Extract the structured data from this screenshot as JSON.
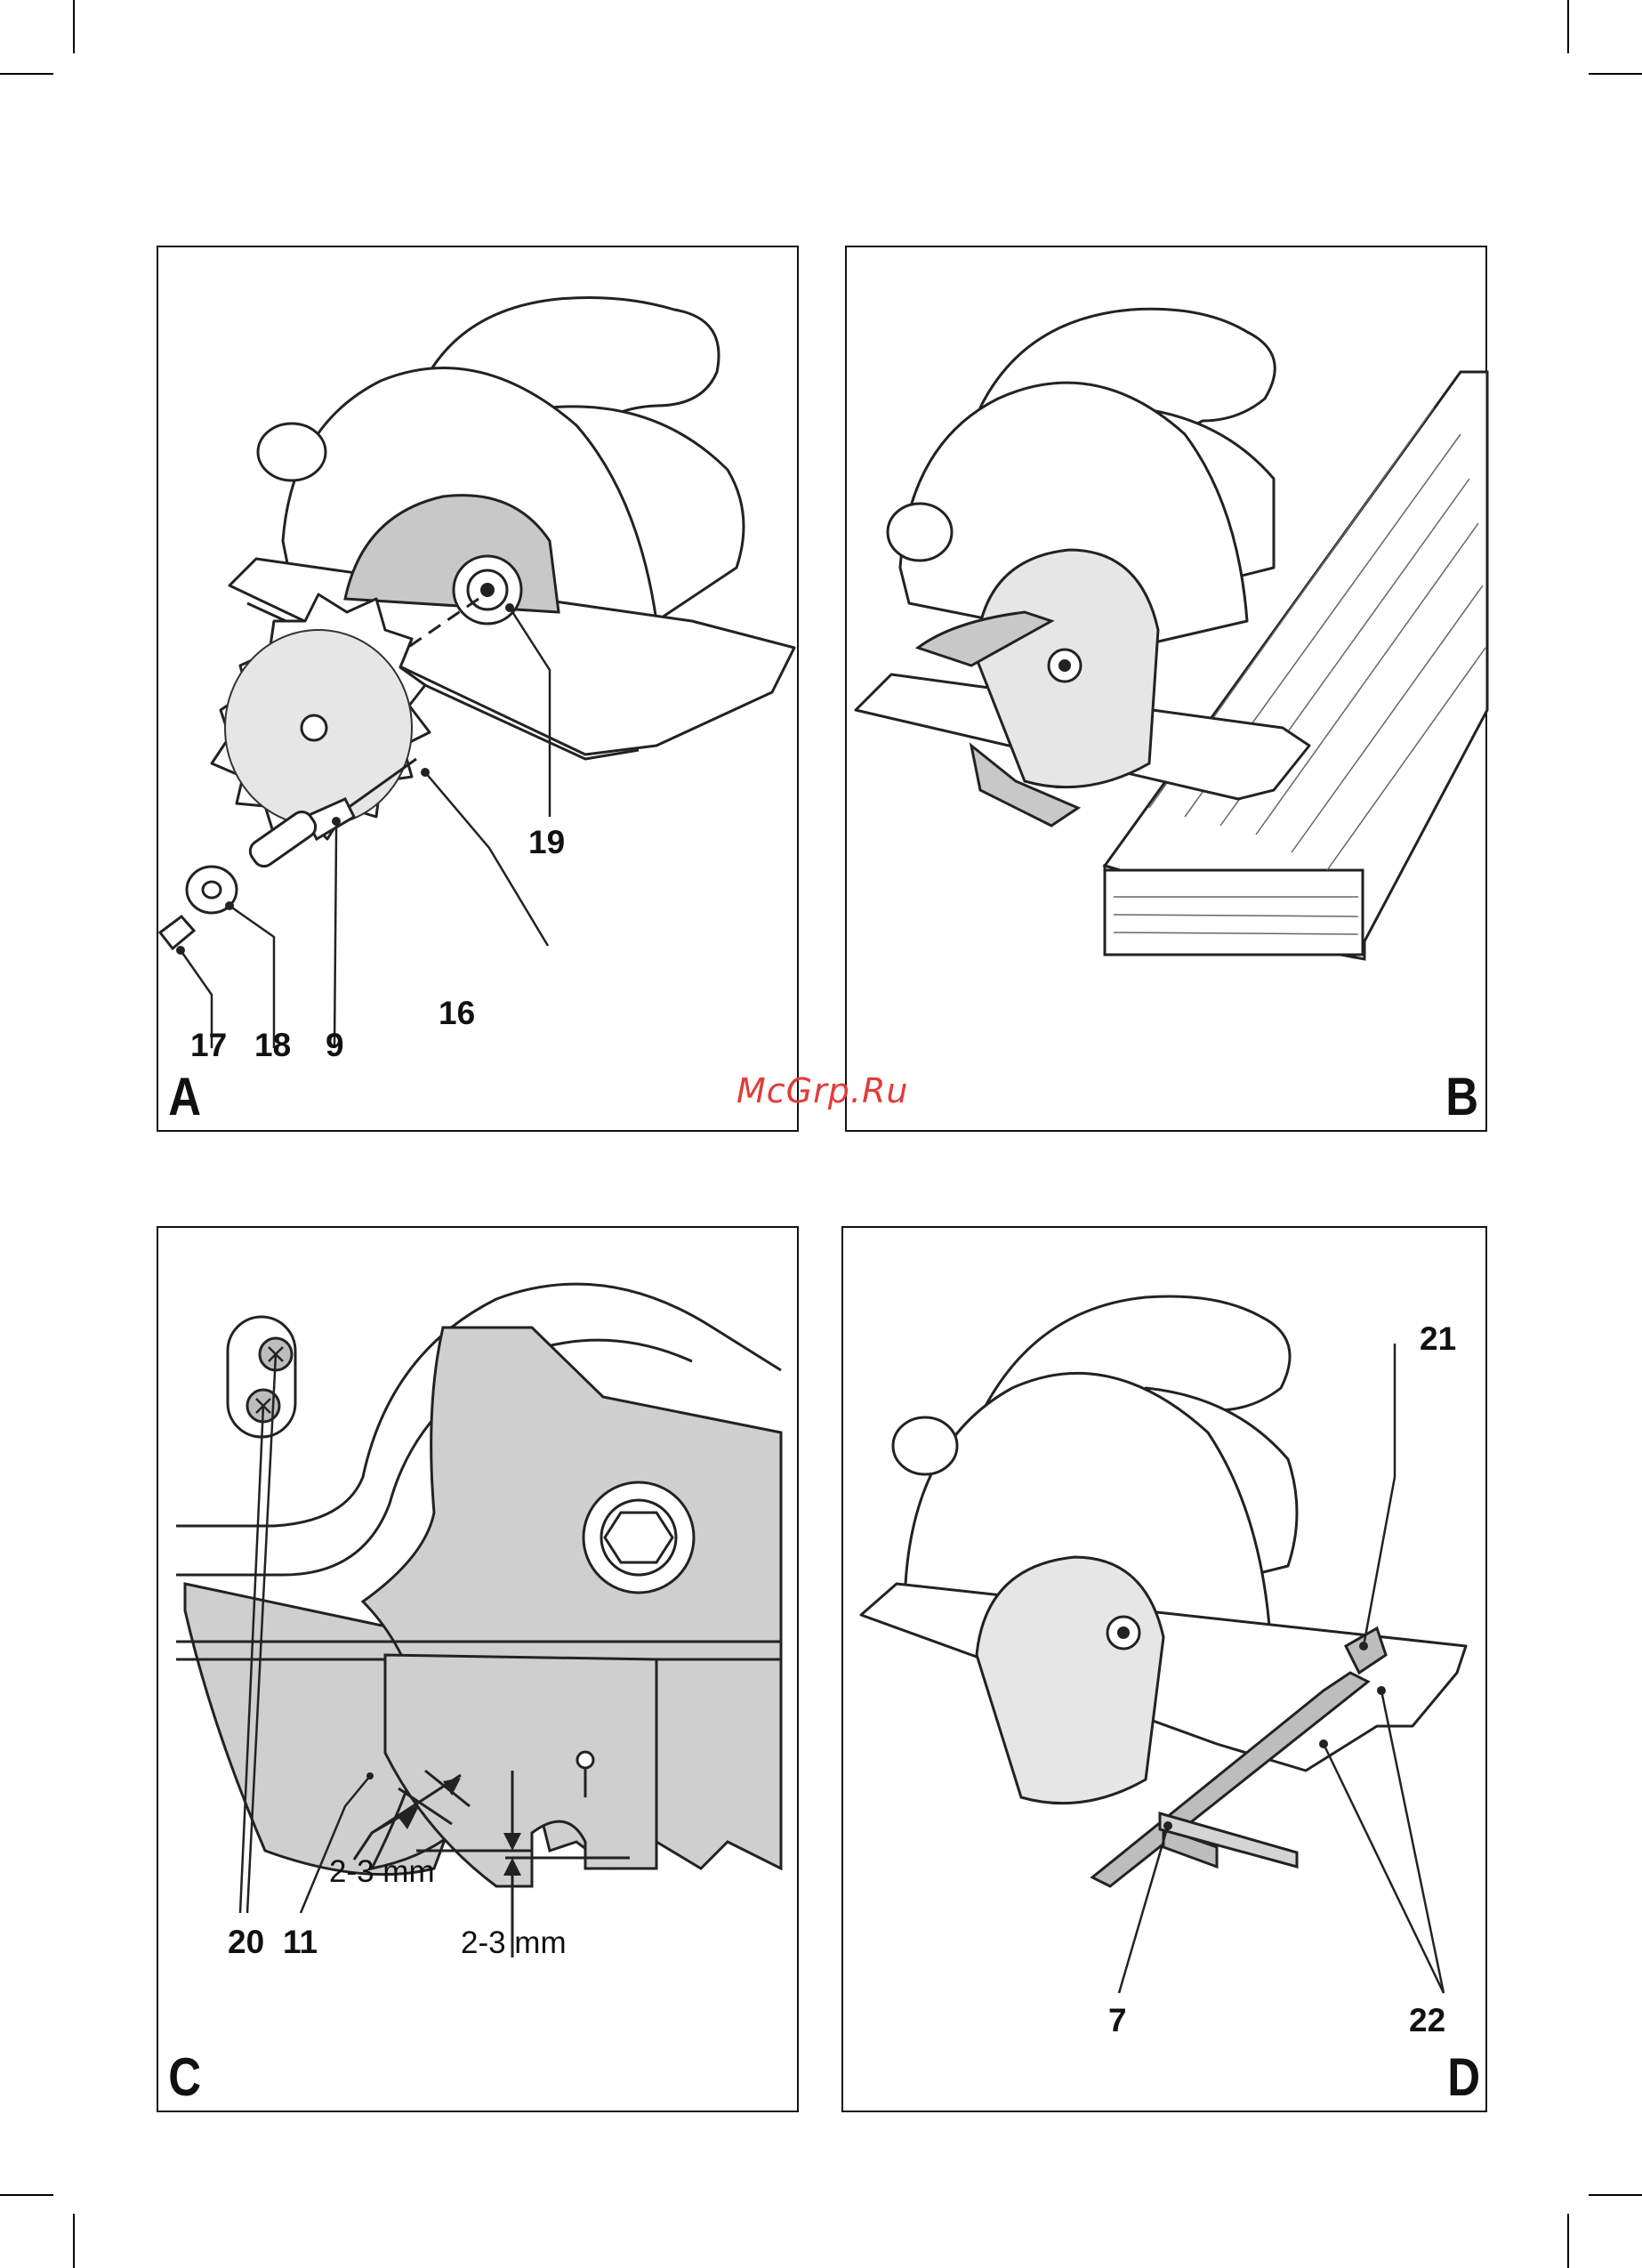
{
  "watermark": "McGrp.Ru",
  "panels": {
    "a": {
      "letter": "A",
      "labels": {
        "l19": "19",
        "l16": "16",
        "l17": "17",
        "l18": "18",
        "l9": "9"
      }
    },
    "b": {
      "letter": "B"
    },
    "c": {
      "letter": "C",
      "labels": {
        "l20": "20",
        "l11": "11"
      },
      "measure_1": "2-3 mm",
      "measure_2": "2-3 mm"
    },
    "d": {
      "letter": "D",
      "labels": {
        "l21": "21",
        "l7": "7",
        "l22": "22"
      }
    }
  }
}
